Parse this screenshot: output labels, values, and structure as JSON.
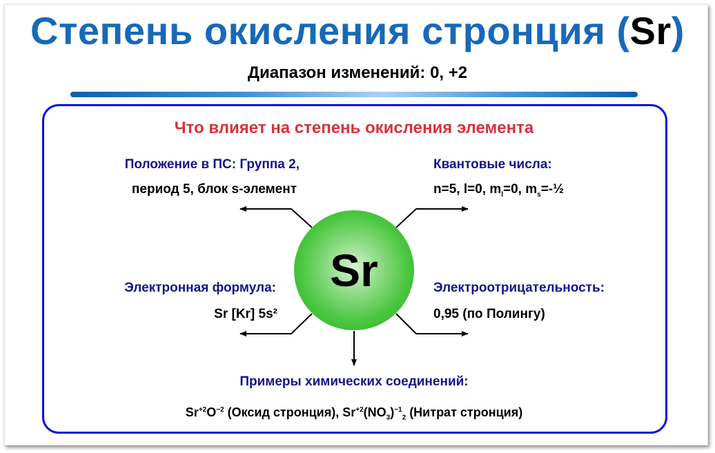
{
  "title": {
    "prefix": "Степень окисления стронция (",
    "symbol": "Sr",
    "suffix": ")"
  },
  "subtitle": "Диапазон изменений: 0, +2",
  "heading": "Что влияет на степень окисления элемента",
  "element": {
    "symbol": "Sr",
    "circle_color": "#3cba32"
  },
  "factors": {
    "position": {
      "label": "Положение в ПС: Группа 2,",
      "value": "период 5, блок s-элемент"
    },
    "quantum": {
      "label": "Квантовые числа:",
      "value_parts": {
        "n": "n=5, l=0, m",
        "ml_sub": "l",
        "mid": "=0, m",
        "ms_sub": "s",
        "end": "=-½"
      }
    },
    "electron_formula": {
      "label": "Электронная формула:",
      "value": "Sr [Kr] 5s²"
    },
    "electronegativity": {
      "label": "Электроотрицательность:",
      "value": "0,95 (по Полингу)"
    },
    "examples": {
      "label": "Примеры химических соединений:",
      "compound1": {
        "sr": "Sr",
        "sr_ox": "+2",
        "o": "O",
        "o_ox": "−2",
        "name": " (Оксид стронция), "
      },
      "compound2": {
        "sr": "Sr",
        "sr_ox": "+2",
        "group_open": "(NO",
        "n_sub": "3",
        "group_close": ")",
        "group_ox": "−1",
        "count_sub": "2",
        "name": " (Нитрат стронция)"
      }
    }
  },
  "colors": {
    "title_blue": "#1769b8",
    "heading_red": "#d9323c",
    "label_navy": "#14148c",
    "box_border": "#0a10e0"
  }
}
